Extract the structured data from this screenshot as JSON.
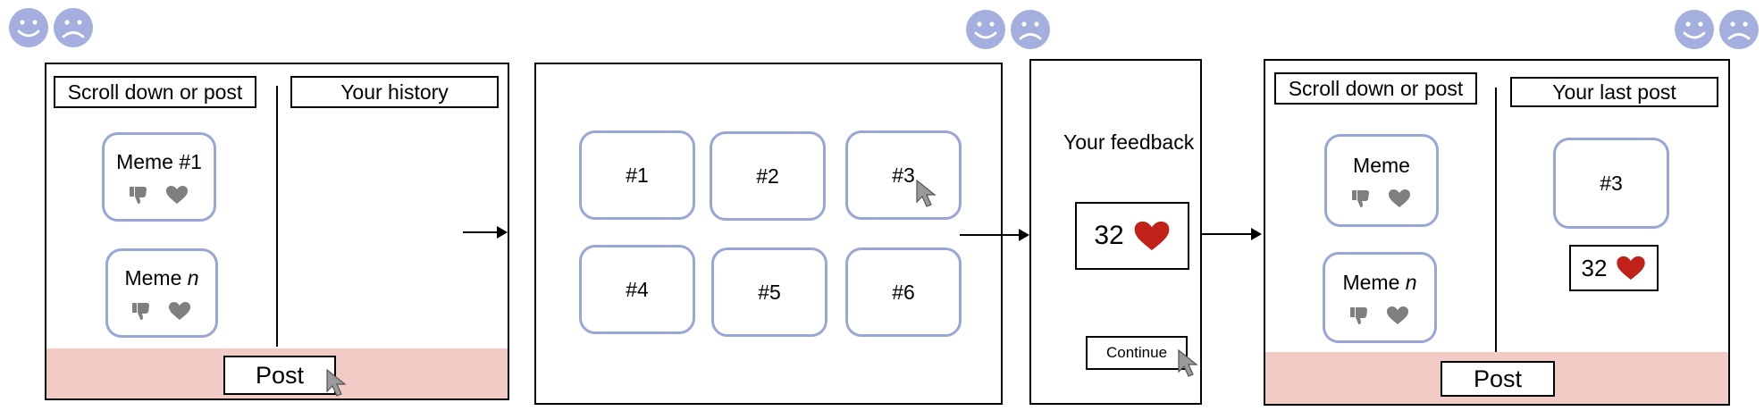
{
  "emotion_indicator": {
    "faces": [
      "happy-face-icon",
      "sad-face-icon"
    ],
    "color": "#a4aedf"
  },
  "panel1": {
    "feed_header": "Scroll down or post",
    "history_header": "Your history",
    "memes": [
      {
        "title": "Meme #1",
        "italic_suffix": ""
      },
      {
        "title": "Meme ",
        "italic_suffix": "n"
      }
    ],
    "post_label": "Post"
  },
  "panel2": {
    "tiles": [
      "#1",
      "#2",
      "#3",
      "#4",
      "#5",
      "#6"
    ]
  },
  "panel3": {
    "title": "Your feedback",
    "likes": "32",
    "continue_label": "Continue"
  },
  "panel4": {
    "feed_header": "Scroll down or post",
    "last_post_header": "Your last post",
    "memes": [
      {
        "title": "Meme",
        "italic_suffix": ""
      },
      {
        "title": "Meme ",
        "italic_suffix": "n"
      }
    ],
    "last_post_tile": "#3",
    "likes": "32",
    "post_label": "Post"
  },
  "colors": {
    "card_border": "#98a6d8",
    "post_bar": "#f3cbc6",
    "heart": "#c0221a",
    "react_icon": "#7f7f7f",
    "cursor": "#9a9a9a"
  }
}
